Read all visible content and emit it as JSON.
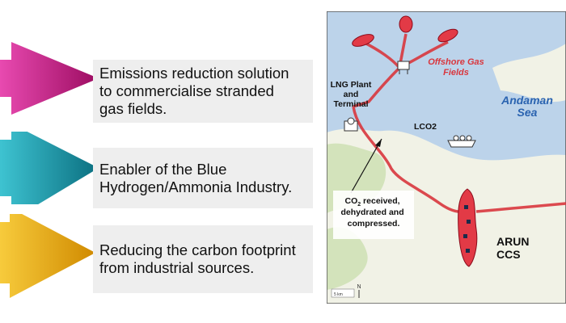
{
  "benefits": [
    {
      "text": "Emissions reduction solution\nto commercialise stranded\ngas fields.",
      "color": "#b0136f",
      "color_light": "#e84ab0"
    },
    {
      "text": "Enabler of the Blue\nHydrogen/Ammonia Industry.",
      "color": "#0f8d9c",
      "color_light": "#3ec3d1"
    },
    {
      "text": "Reducing the carbon footprint\nfrom industrial sources.",
      "color": "#e5a300",
      "color_light": "#f7cb3c"
    }
  ],
  "map": {
    "offshore_label": "Offshore Gas\nFields",
    "sea_label": "Andaman\nSea",
    "lng_label": "LNG Plant\nand\nTerminal",
    "lco2_label": "LCO2",
    "co2_prefix": "CO",
    "co2_sub": "2",
    "co2_suffix": " received,",
    "co2_line2": "dehydrated and",
    "co2_line3": "compressed.",
    "ccs_label": "ARUN\nCCS",
    "scale_label": "5 km",
    "north_label": "N",
    "colors": {
      "sea": "#bcd3ea",
      "land": "#f1f2e6",
      "green": "#cfe0b5",
      "pipeline": "#d9373e",
      "field": "#e23a46"
    }
  }
}
